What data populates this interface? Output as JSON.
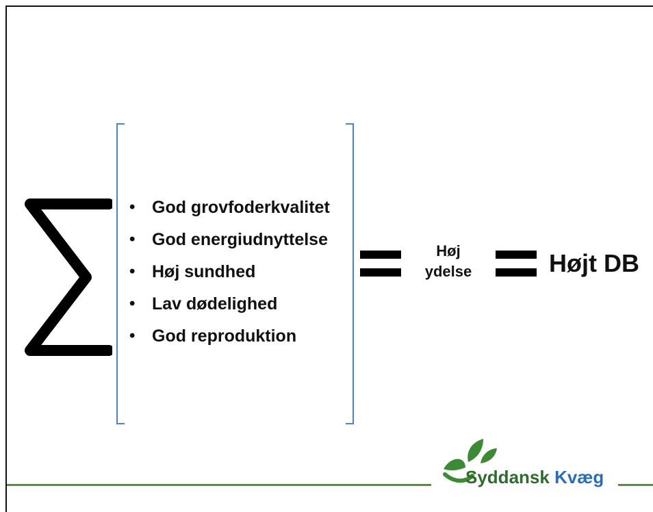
{
  "factors": [
    "God grovfoderkvalitet",
    "God energiudnyttelse",
    "Høj sundhed",
    "Lav dødelighed",
    "God reproduktion"
  ],
  "bullet": "•",
  "result_1": "Høj\nydelse",
  "result_2": "Højt DB",
  "logo": {
    "word1": "Syddansk",
    "word2": "Kvæg"
  },
  "colors": {
    "bracket": "#4f81bd",
    "logo_green": "#2f6b2a",
    "logo_blue": "#2a6db5",
    "rule": "#5b8c3e"
  },
  "icons": {
    "sum": "sigma-icon",
    "equals": "equals-icon",
    "logo": "leaf-logo-icon"
  }
}
